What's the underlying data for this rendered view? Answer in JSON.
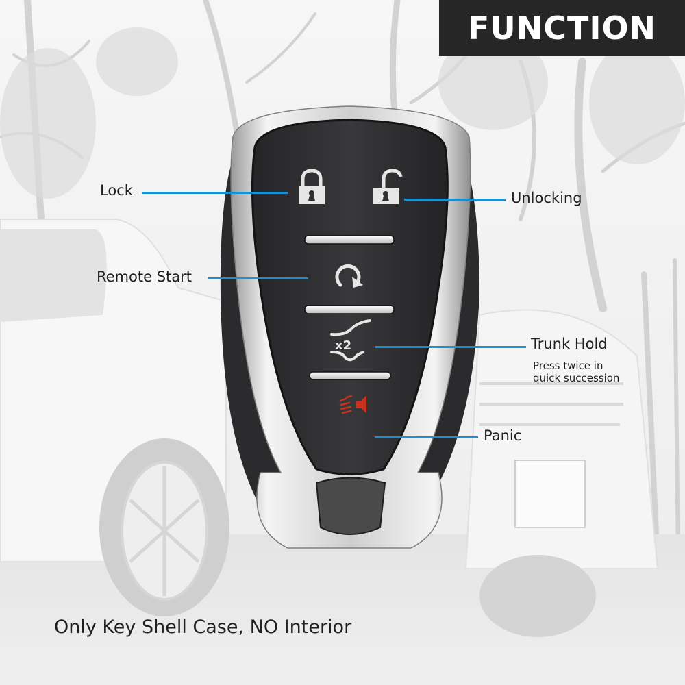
{
  "header": {
    "title": "FUNCTION"
  },
  "callouts": [
    {
      "id": "lock",
      "label": "Lock",
      "icon": "lock-icon"
    },
    {
      "id": "unlock",
      "label": "Unlocking",
      "icon": "unlock-icon"
    },
    {
      "id": "remote_start",
      "label": "Remote Start",
      "icon": "remote-start-icon"
    },
    {
      "id": "trunk",
      "label": "Trunk Hold",
      "sublabel_line1": "Press twice in",
      "sublabel_line2": "quick succession",
      "icon": "trunk-x2-icon",
      "icon_text": "x2"
    },
    {
      "id": "panic",
      "label": "Panic",
      "icon": "panic-horn-icon"
    }
  ],
  "footer": {
    "note": "Only Key Shell Case, NO Interior"
  },
  "colors": {
    "leader_line": "#1a8fd1",
    "title_bg": "#262626",
    "panic_icon": "#c8321e",
    "fob_body": "#2f2f31",
    "chrome": "#d9d9d9"
  }
}
